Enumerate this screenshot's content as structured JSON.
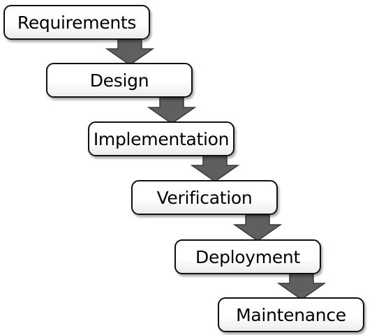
{
  "diagram": {
    "stages": [
      {
        "label": "Requirements"
      },
      {
        "label": "Design"
      },
      {
        "label": "Implementation"
      },
      {
        "label": "Verification"
      },
      {
        "label": "Deployment"
      },
      {
        "label": "Maintenance"
      }
    ],
    "colors": {
      "arrow_fill": "#5f5f5f",
      "arrow_stroke": "#3a3a3a",
      "box_border": "#111111",
      "box_fill": "#ffffff",
      "text": "#000000"
    }
  }
}
